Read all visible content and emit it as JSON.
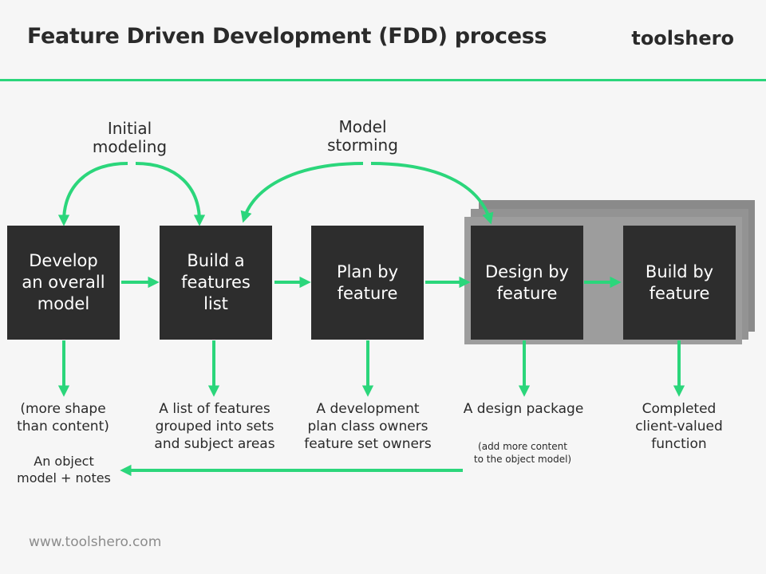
{
  "header": {
    "title": "Feature Driven Development (FDD) process",
    "brand": "toolshero"
  },
  "loops": {
    "initial_modeling": "Initial\nmodeling",
    "model_storming": "Model\nstorming"
  },
  "steps": [
    {
      "label": "Develop\nan overall\nmodel",
      "output": "(more shape\nthan content)"
    },
    {
      "label": "Build a\nfeatures\nlist",
      "output": "A list of features\ngrouped into sets\nand subject areas"
    },
    {
      "label": "Plan by\nfeature",
      "output": "A development\nplan class owners\nfeature set owners"
    },
    {
      "label": "Design by\nfeature",
      "output": "A design package"
    },
    {
      "label": "Build by\nfeature",
      "output": "Completed\nclient-valued\nfunction"
    }
  ],
  "feedback": {
    "note": "(add more content\nto the object model)",
    "result": "An object\nmodel + notes"
  },
  "footer": "www.toolshero.com",
  "colors": {
    "accent": "#2bd67b",
    "box": "#2d2d2d",
    "stack": "#9d9d9d"
  }
}
